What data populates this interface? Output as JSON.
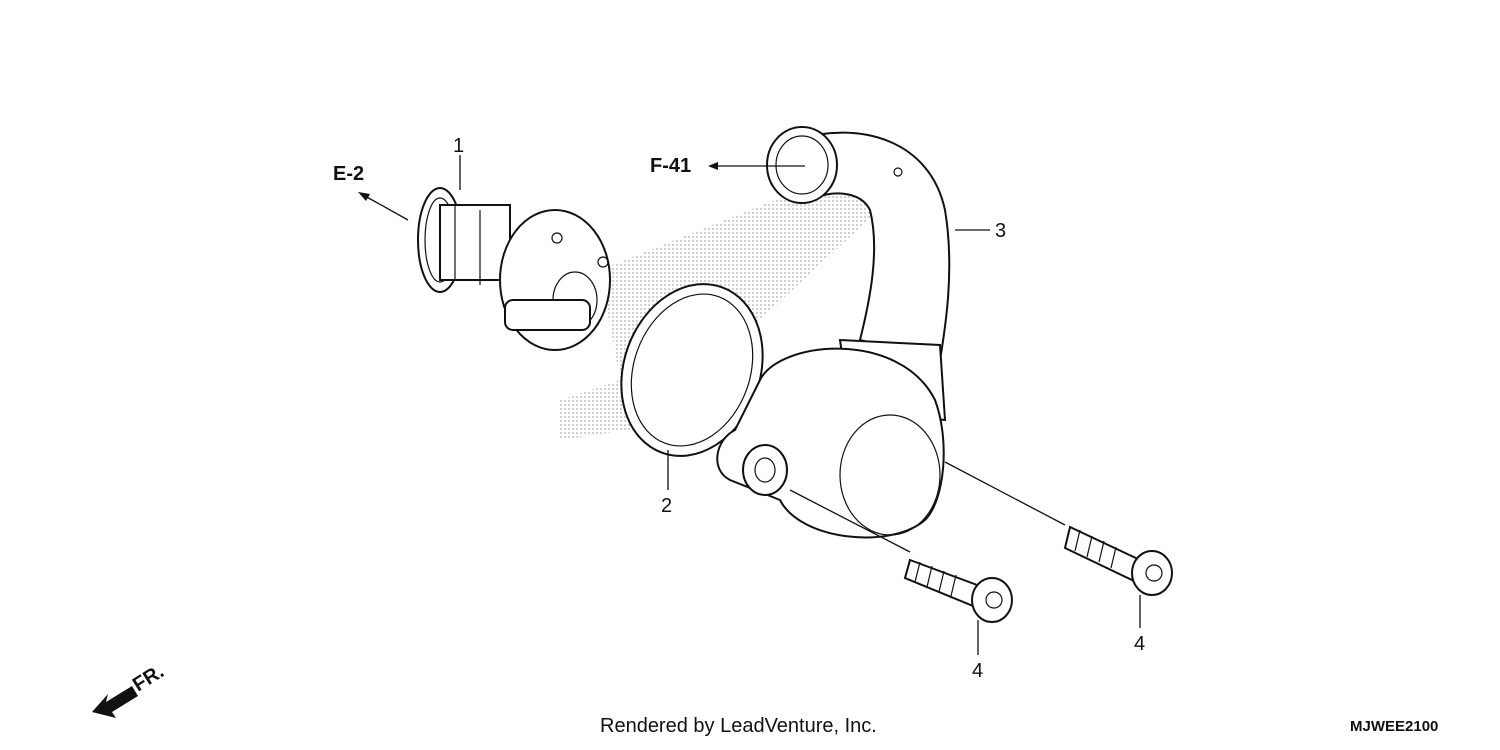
{
  "diagram": {
    "callouts": {
      "thermostat": "1",
      "o_ring": "2",
      "thermostat_cover": "3",
      "bolt_left": "4",
      "bolt_right": "4"
    },
    "references": {
      "left_ref": "E-2",
      "hose_ref": "F-41"
    },
    "direction": "FR.",
    "footer": "Rendered by LeadVenture, Inc.",
    "diagram_code": "MJWEE2100"
  }
}
